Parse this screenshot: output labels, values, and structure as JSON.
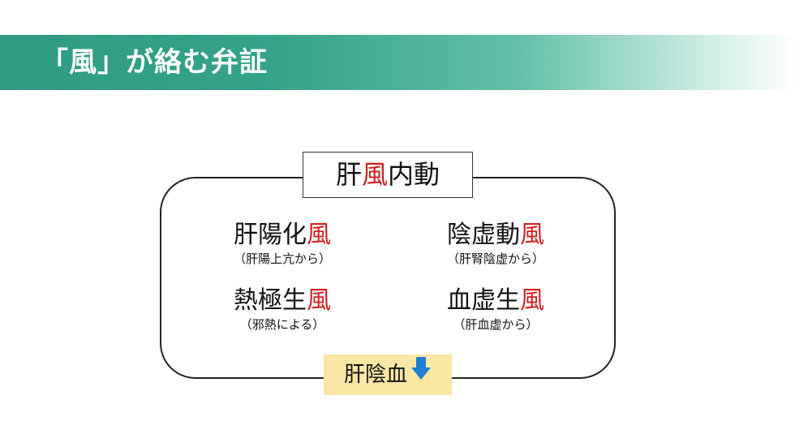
{
  "slide": {
    "title": "「風」が絡む弁証"
  },
  "diagram": {
    "head": {
      "pre": "肝",
      "accent": "風",
      "post": "内動"
    },
    "items": [
      {
        "pre": "肝陽化",
        "accent": "風",
        "note": "（肝陽上亢から）"
      },
      {
        "pre": "陰虚動",
        "accent": "風",
        "note": "（肝腎陰虚から）"
      },
      {
        "pre": "熱極生",
        "accent": "風",
        "note": "（邪熱による）"
      },
      {
        "pre": "血虚生",
        "accent": "風",
        "note": "（肝血虚から）"
      }
    ],
    "footer": {
      "label": "肝陰血",
      "icon": "down-arrow-icon"
    }
  },
  "colors": {
    "title_bar": "#2f9b83",
    "accent": "#d42020",
    "footer_bg": "#fae7a4",
    "arrow": "#1f7fd1"
  }
}
